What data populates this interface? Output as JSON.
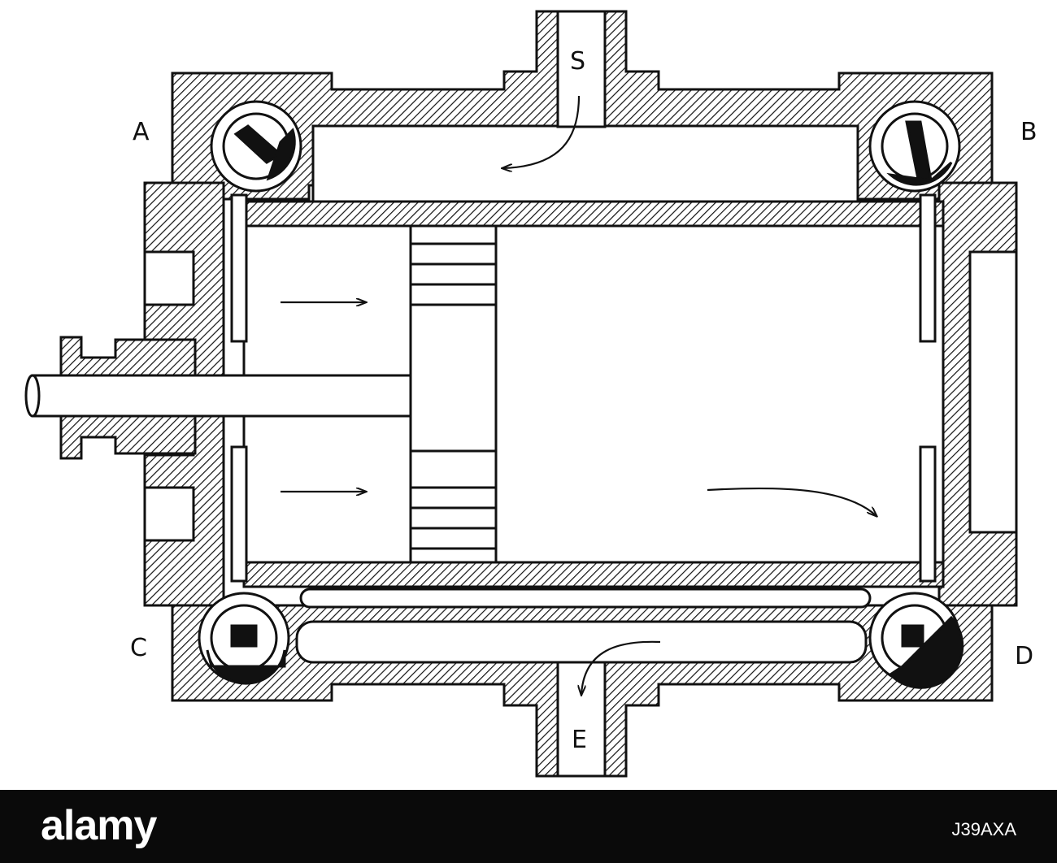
{
  "labels": {
    "valve_a": "A",
    "valve_b": "B",
    "valve_c": "C",
    "valve_d": "D",
    "steam_inlet": "S",
    "exhaust_outlet": "E"
  },
  "footer": {
    "brand": "alamy",
    "image_id": "J39AXA"
  },
  "colors": {
    "ink": "#111111",
    "background": "#ffffff",
    "footer_bg": "#0a0a0a",
    "footer_text": "#ffffff"
  }
}
